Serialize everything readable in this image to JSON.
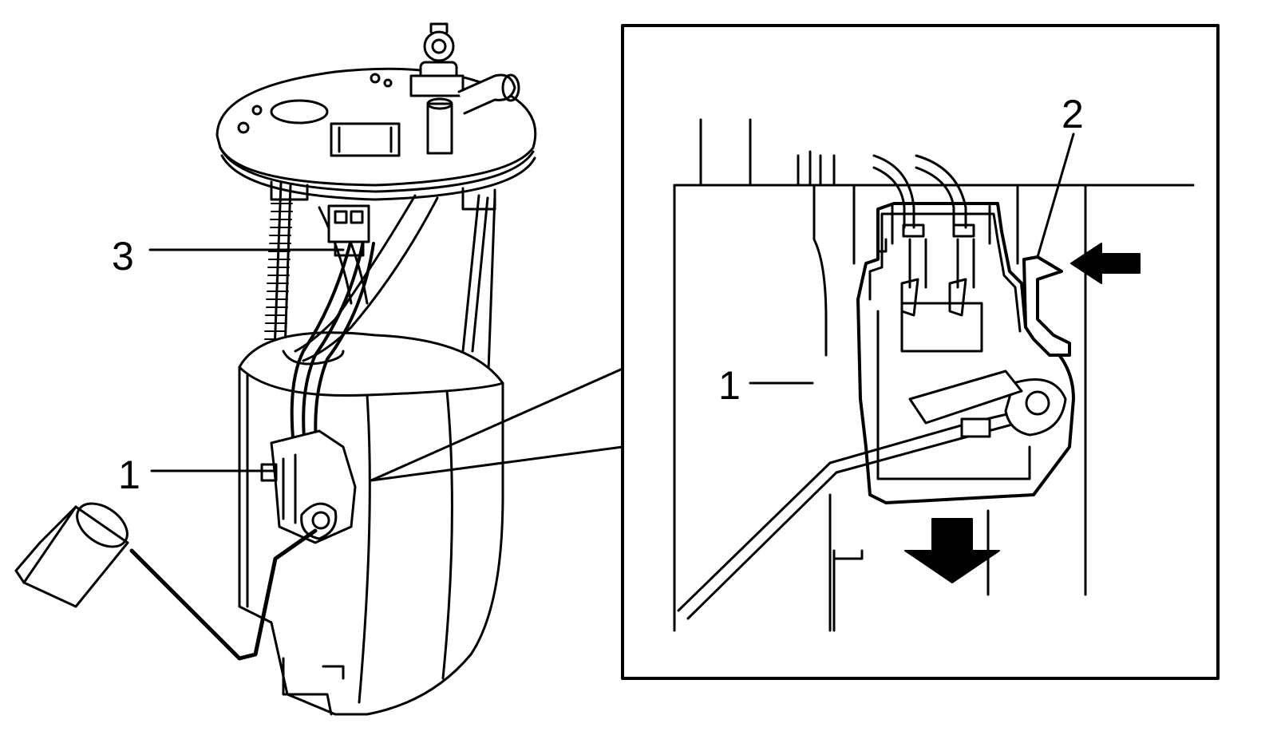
{
  "figure": {
    "callouts": {
      "left_1": "1",
      "left_3": "3",
      "detail_1": "1",
      "detail_2": "2"
    },
    "colors": {
      "line": "#000000",
      "background": "#ffffff"
    }
  }
}
